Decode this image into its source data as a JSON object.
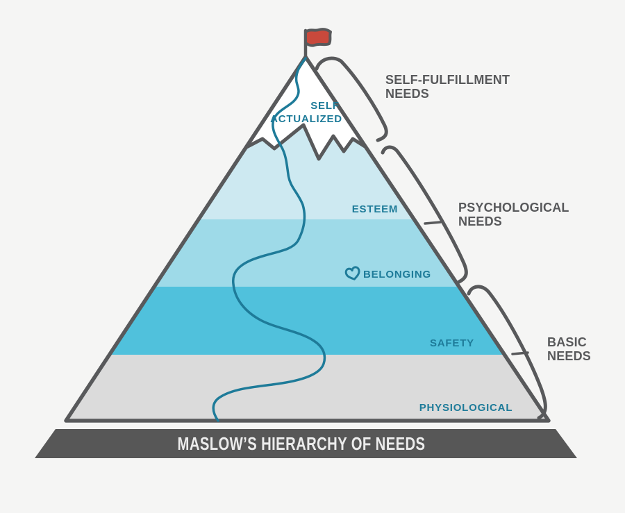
{
  "banner": {
    "title": "MASLOW’S HIERARCHY OF NEEDS"
  },
  "pyramid": {
    "levels": [
      {
        "id": "self-actualized",
        "line1": "SELF",
        "line2": "ACTUALIZED",
        "color": "#ffffff"
      },
      {
        "id": "esteem",
        "label": "ESTEEM",
        "color": "#cde9f1"
      },
      {
        "id": "belonging",
        "label": "BELONGING",
        "color": "#9edae8",
        "icon": "heart-icon"
      },
      {
        "id": "safety",
        "label": "SAFETY",
        "color": "#50c1dc"
      },
      {
        "id": "physiological",
        "label": "PHYSIOLOGICAL",
        "color": "#dbdbdb"
      }
    ]
  },
  "need_groups": [
    {
      "id": "self-fulfillment-needs",
      "line1": "SELF-FULFILLMENT",
      "line2": "NEEDS"
    },
    {
      "id": "psychological-needs",
      "line1": "PSYCHOLOGICAL",
      "line2": "NEEDS"
    },
    {
      "id": "basic-needs",
      "line1": "BASIC",
      "line2": "NEEDS"
    }
  ],
  "icons": {
    "flag": "red-flag-on-summit",
    "heart": "heart-outline"
  },
  "colors": {
    "background": "#f5f5f4",
    "outline": "#58595b",
    "teal": "#1e7b99",
    "flag_red": "#c9493c",
    "banner_bg": "#575757",
    "banner_text": "#ececec"
  }
}
